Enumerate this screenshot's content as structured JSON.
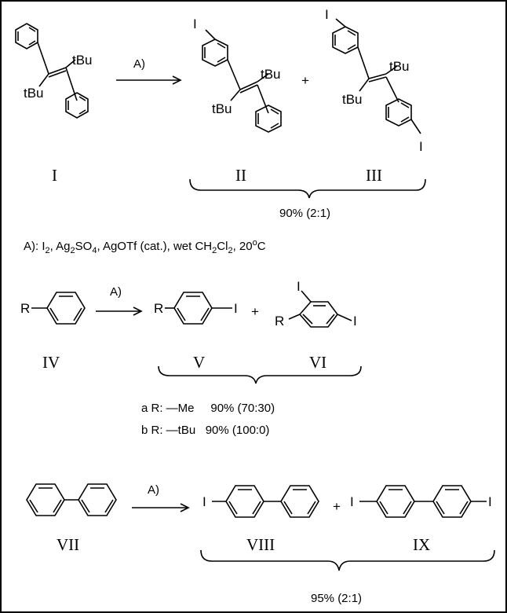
{
  "scheme1": {
    "I": "I",
    "II": "II",
    "III": "III",
    "tBu": "tBu",
    "iodo": "I",
    "arrow_label": "A)",
    "plus": "+",
    "yield": "90% (2:1)"
  },
  "conditions": {
    "label": "A): I",
    "sub2": "2",
    "ag": ", Ag",
    "ag_sub2": "2",
    "so": "SO",
    "so_sub4": "4",
    "rest1": ",  AgOTf (cat.),   wet CH",
    "ch_sub2": "2",
    "cl": "Cl",
    "cl_sub2": "2",
    "temp": ",   20",
    "deg": "o",
    "unit": "C"
  },
  "scheme2": {
    "IV": "IV",
    "V": "V",
    "VI": "VI",
    "R": "R",
    "iodo": "I",
    "arrow_label": "A)",
    "plus": "+",
    "line_a": "a R: —Me     90% (70:30)",
    "line_b": "b R: —tBu   90% (100:0)"
  },
  "scheme3": {
    "VII": "VII",
    "VIII": "VIII",
    "IX": "IX",
    "iodo": "I",
    "arrow_label": "A)",
    "plus": "+",
    "yield": "95% (2:1)"
  }
}
